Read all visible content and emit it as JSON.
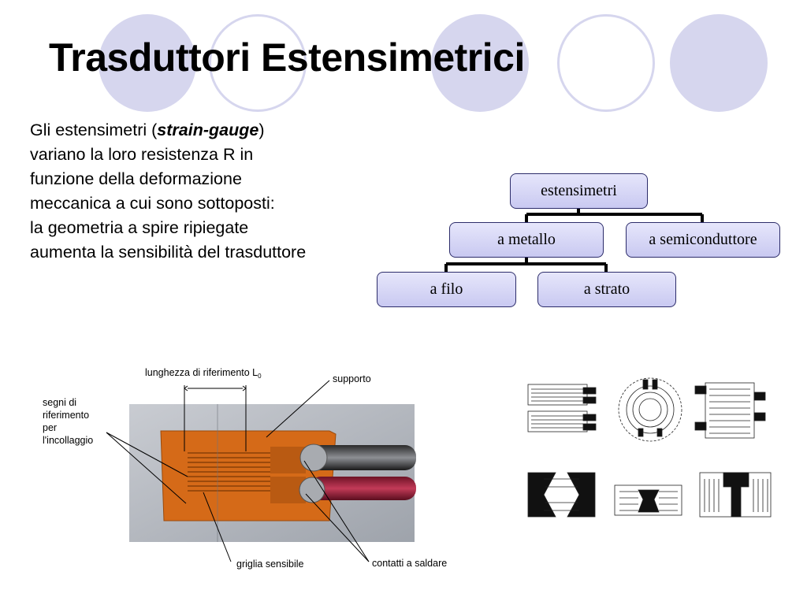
{
  "slide": {
    "title": "Trasduttori Estensimetrici",
    "body": {
      "line1_pre": "Gli estensimetri (",
      "line1_em": "strain-gauge",
      "line1_post": ")",
      "line2": "variano la loro resistenza R in",
      "line3": "funzione della deformazione",
      "line4": "meccanica a cui sono sottoposti:",
      "line5": "la geometria a spire ripiegate",
      "line6": "aumenta la sensibilità del trasduttore"
    }
  },
  "org_chart": {
    "root": "estensimetri",
    "level1": [
      "a metallo",
      "a semiconduttore"
    ],
    "level2": [
      "a filo",
      "a strato"
    ]
  },
  "photo": {
    "label_segni": [
      "segni di",
      "riferimento",
      "per",
      "l'incollaggio"
    ],
    "label_lunghezza": "lunghezza di riferimento L",
    "label_lunghezza_sub": "0",
    "label_supporto": "supporto",
    "label_griglia": "griglia sensibile",
    "label_contatti": "contatti a saldare"
  },
  "colors": {
    "circle": "#d6d6ee",
    "box_border": "#2c2c6a",
    "box_fill_top": "#e6e6fb",
    "box_fill_bottom": "#c9c9f1"
  }
}
